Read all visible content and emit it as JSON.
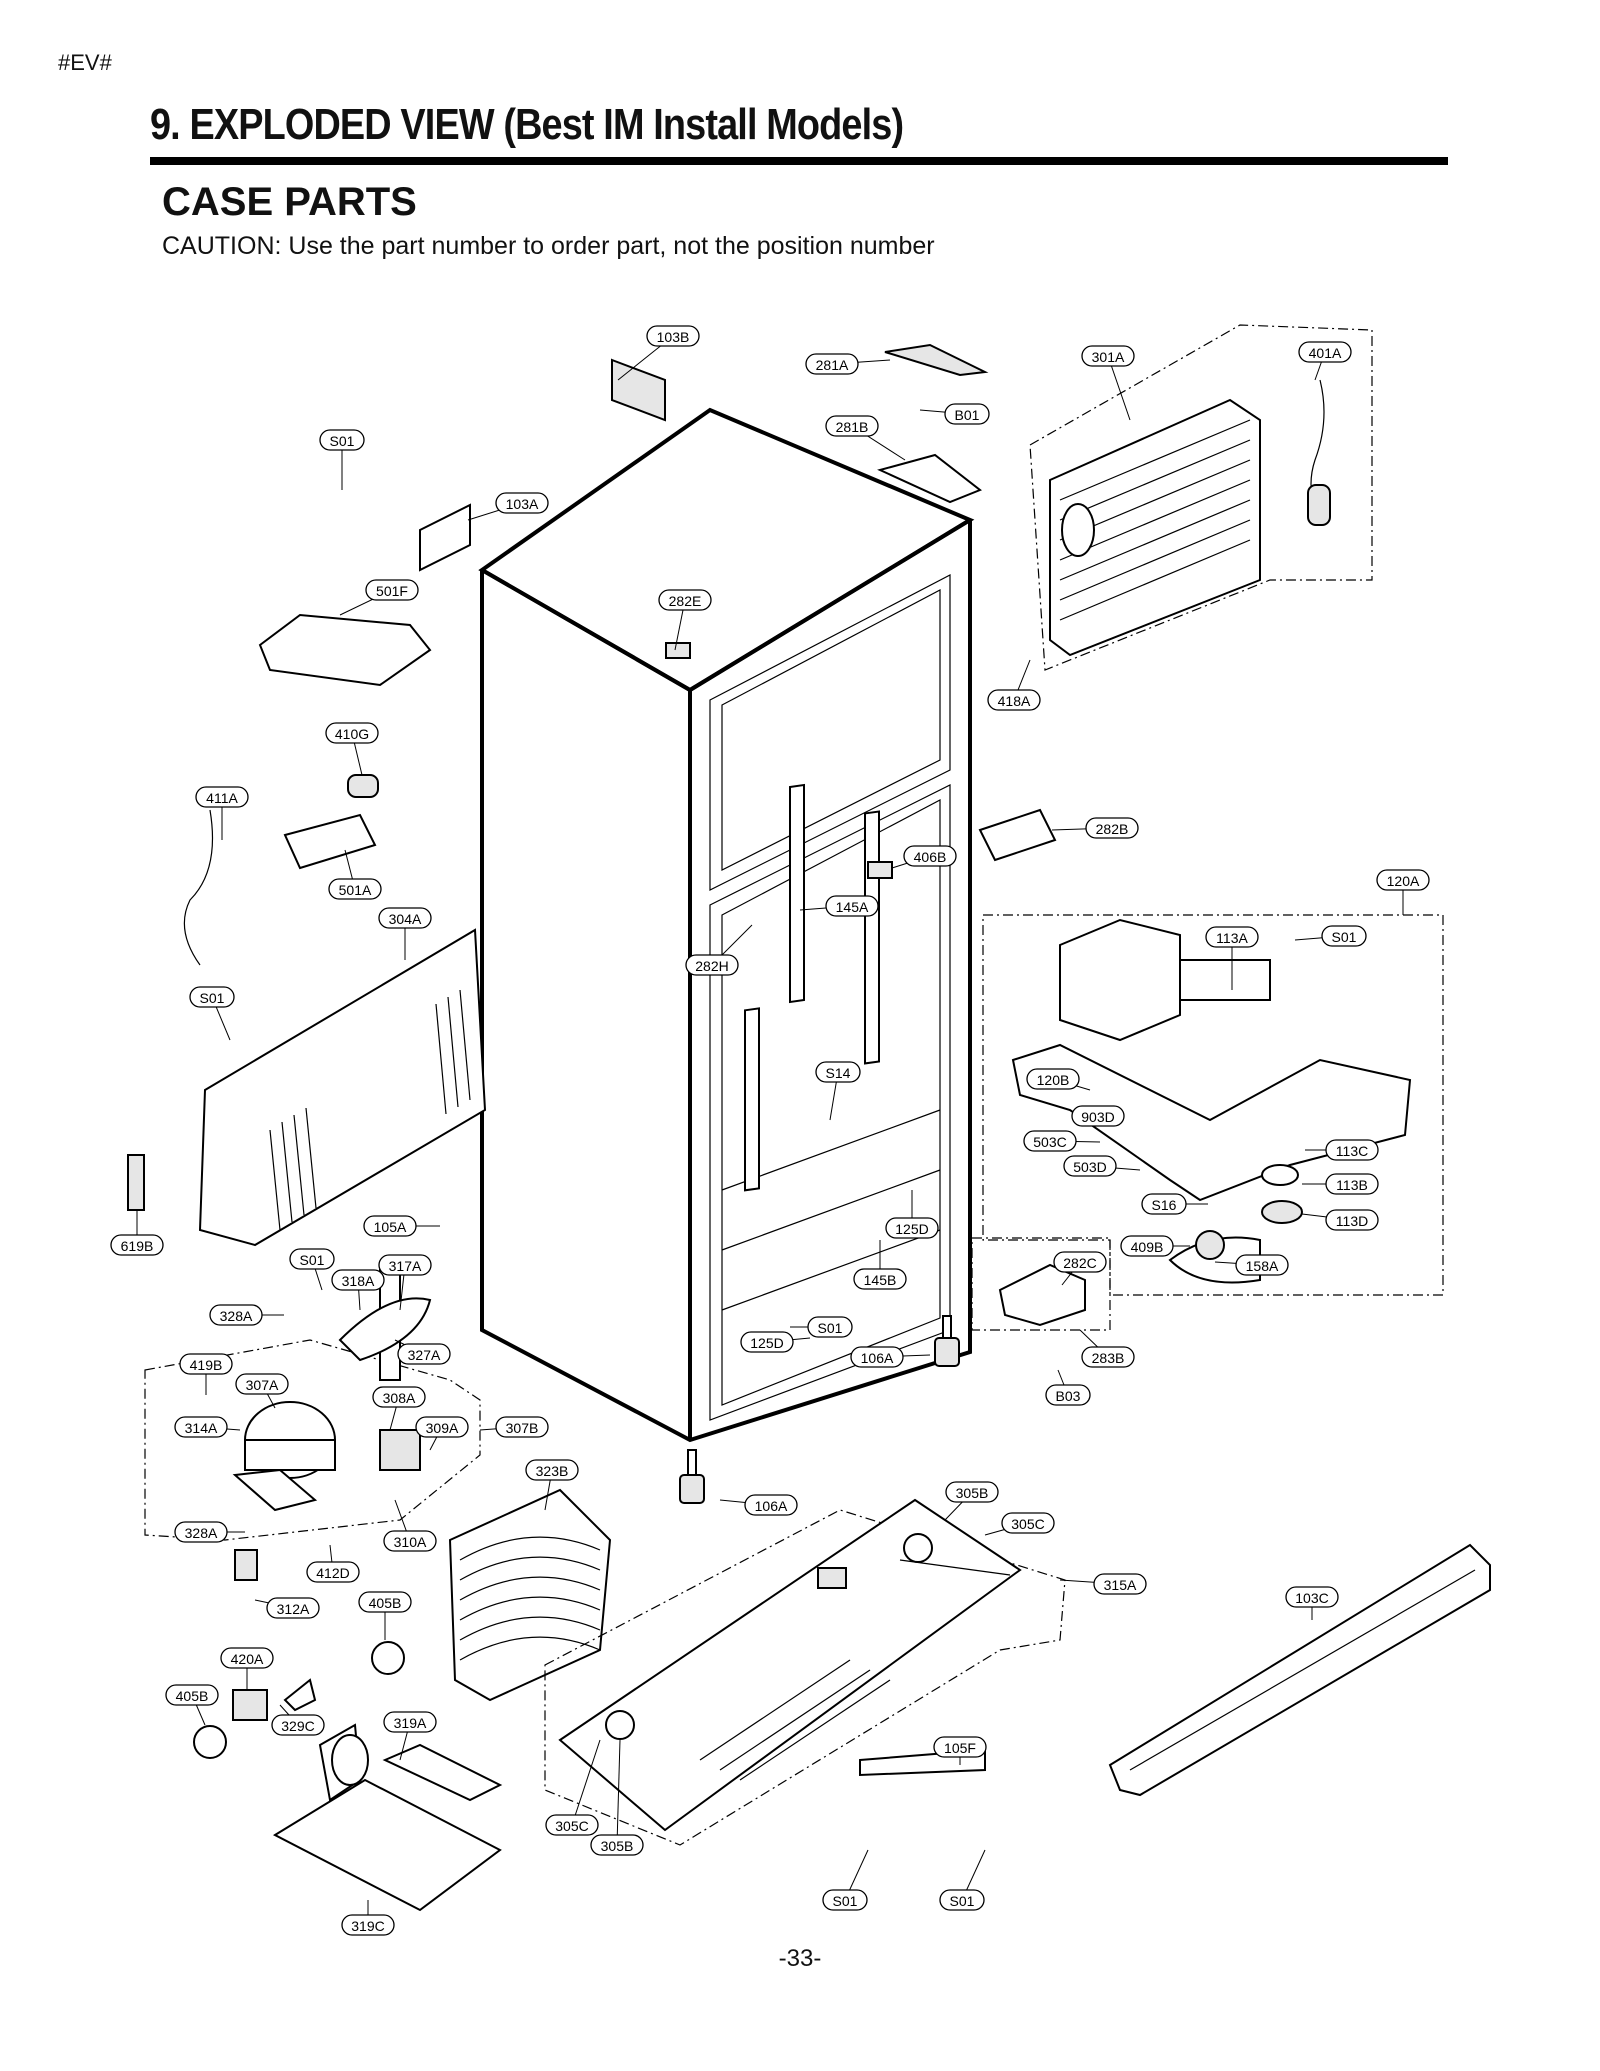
{
  "header": {
    "tag": "#EV#",
    "title": "9. EXPLODED VIEW  (Best IM Install Models)",
    "subtitle": "CASE PARTS",
    "caution": "CAUTION: Use the part number to order part, not the position number"
  },
  "callouts": [
    {
      "id": "103B",
      "label": "103B"
    },
    {
      "id": "281A",
      "label": "281A"
    },
    {
      "id": "B01",
      "label": "B01"
    },
    {
      "id": "281B",
      "label": "281B"
    },
    {
      "id": "301A",
      "label": "301A"
    },
    {
      "id": "401A",
      "label": "401A"
    },
    {
      "id": "S01a",
      "label": "S01"
    },
    {
      "id": "103A",
      "label": "103A"
    },
    {
      "id": "501F",
      "label": "501F"
    },
    {
      "id": "282E",
      "label": "282E"
    },
    {
      "id": "418A",
      "label": "418A"
    },
    {
      "id": "410G",
      "label": "410G"
    },
    {
      "id": "411A",
      "label": "411A"
    },
    {
      "id": "282B",
      "label": "282B"
    },
    {
      "id": "406B",
      "label": "406B"
    },
    {
      "id": "501A",
      "label": "501A"
    },
    {
      "id": "120A",
      "label": "120A"
    },
    {
      "id": "304A",
      "label": "304A"
    },
    {
      "id": "145Aa",
      "label": "145A"
    },
    {
      "id": "113A",
      "label": "113A"
    },
    {
      "id": "S01b",
      "label": "S01"
    },
    {
      "id": "282H",
      "label": "282H"
    },
    {
      "id": "S01c",
      "label": "S01"
    },
    {
      "id": "S14",
      "label": "S14"
    },
    {
      "id": "120B",
      "label": "120B"
    },
    {
      "id": "903D",
      "label": "903D"
    },
    {
      "id": "503C",
      "label": "503C"
    },
    {
      "id": "113C",
      "label": "113C"
    },
    {
      "id": "503D",
      "label": "503D"
    },
    {
      "id": "113B",
      "label": "113B"
    },
    {
      "id": "S16",
      "label": "S16"
    },
    {
      "id": "113D",
      "label": "113D"
    },
    {
      "id": "619B",
      "label": "619B"
    },
    {
      "id": "105A",
      "label": "105A"
    },
    {
      "id": "125Da",
      "label": "125D"
    },
    {
      "id": "409B",
      "label": "409B"
    },
    {
      "id": "282C",
      "label": "282C"
    },
    {
      "id": "158A",
      "label": "158A"
    },
    {
      "id": "S01d",
      "label": "S01"
    },
    {
      "id": "317A",
      "label": "317A"
    },
    {
      "id": "318A",
      "label": "318A"
    },
    {
      "id": "145B",
      "label": "145B"
    },
    {
      "id": "328Aa",
      "label": "328A"
    },
    {
      "id": "S01e",
      "label": "S01"
    },
    {
      "id": "125Db",
      "label": "125D"
    },
    {
      "id": "106Aa",
      "label": "106A"
    },
    {
      "id": "283B",
      "label": "283B"
    },
    {
      "id": "327A",
      "label": "327A"
    },
    {
      "id": "419B",
      "label": "419B"
    },
    {
      "id": "307A",
      "label": "307A"
    },
    {
      "id": "308A",
      "label": "308A"
    },
    {
      "id": "B03",
      "label": "B03"
    },
    {
      "id": "314A",
      "label": "314A"
    },
    {
      "id": "309A",
      "label": "309A"
    },
    {
      "id": "307B",
      "label": "307B"
    },
    {
      "id": "323B",
      "label": "323B"
    },
    {
      "id": "106Ab",
      "label": "106A"
    },
    {
      "id": "305Ba",
      "label": "305B"
    },
    {
      "id": "305Ca",
      "label": "305C"
    },
    {
      "id": "328Ab",
      "label": "328A"
    },
    {
      "id": "310A",
      "label": "310A"
    },
    {
      "id": "412D",
      "label": "412D"
    },
    {
      "id": "315A",
      "label": "315A"
    },
    {
      "id": "103C",
      "label": "103C"
    },
    {
      "id": "312A",
      "label": "312A"
    },
    {
      "id": "405Ba",
      "label": "405B"
    },
    {
      "id": "420A",
      "label": "420A"
    },
    {
      "id": "405Bb",
      "label": "405B"
    },
    {
      "id": "329C",
      "label": "329C"
    },
    {
      "id": "319A",
      "label": "319A"
    },
    {
      "id": "105F",
      "label": "105F"
    },
    {
      "id": "305Cb",
      "label": "305C"
    },
    {
      "id": "305Bb",
      "label": "305B"
    },
    {
      "id": "S01f",
      "label": "S01"
    },
    {
      "id": "S01g",
      "label": "S01"
    },
    {
      "id": "319C",
      "label": "319C"
    }
  ],
  "footer": {
    "page_number": "-33-"
  }
}
